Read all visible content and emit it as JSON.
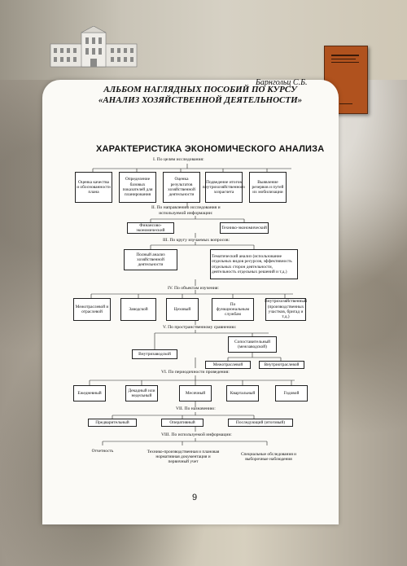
{
  "header": {
    "author": "Барнгольц С.Б.",
    "title_line1": "АЛЬБОМ НАГЛЯДНЫХ ПОСОБИЙ ПО КУРСУ",
    "title_line2": "«АНАЛИЗ ХОЗЯЙСТВЕННОЙ ДЕЯТЕЛЬНОСТИ»"
  },
  "section_title": "ХАРАКТЕРИСТИКА ЭКОНОМИЧЕСКОГО АНАЛИЗА",
  "sections": {
    "s1": "I. По целям исследования:",
    "s2": "II. По направлению исследования и\nиспользуемой информации:",
    "s3": "III. По кругу изучаемых вопросов:",
    "s4": "IV. По объектам изучения:",
    "s5": "V. По пространственному сравнению:",
    "s6": "VI. По периодичности проведения:",
    "s7": "VII. По назначению:",
    "s8": "VIII. По используемой информации:"
  },
  "boxes": {
    "b1_1": "Оценка качества и обоснованности плана",
    "b1_2": "Определение базовых показателей для планирования",
    "b1_3": "Оценка результатов хозяйственной деятельности",
    "b1_4": "Подведение итогов внутрихозяйственного хозрасчета",
    "b1_5": "Выявление резервов и путей их мобилизации",
    "b2_1": "Финансово-экономический",
    "b2_2": "Технико-экономический",
    "b3_1": "Полный анализ хозяйственной деятельности",
    "b3_2": "Тематический анализ (использование отдельных видов ресурсов, эффективность отдельных сторон деятельности, деятельность отдельных решений и т.д.)",
    "b4_1": "Межотраслевой и отраслевой",
    "b4_2": "Заводской",
    "b4_3": "Цеховый",
    "b4_4": "По функциональным службам",
    "b4_5": "Внутрихозяйственный (производственных участков, бригад и т.д.)",
    "b5_1": "Внутризаводской",
    "b5_2": "Сопоставительный (межзаводской)",
    "b5_3": "Межотраслевой",
    "b5_4": "Внутриотраслевой",
    "b6_1": "Ежедневный",
    "b6_2": "Декадный или недельный",
    "b6_3": "Месячный",
    "b6_4": "Квартальный",
    "b6_5": "Годовой",
    "b7_1": "Предварительный",
    "b7_2": "Оперативный",
    "b7_3": "Последующий (итоговый)",
    "b8_1": "Отчетность",
    "b8_2": "Технико-производственная и плановая нормативная документация и первичный учет",
    "b8_3": "Специальные обследования и выборочные наблюдения"
  },
  "page_number": "9",
  "colors": {
    "book_cover": "#b0521e",
    "paper": "#fbfaf6"
  },
  "icons": [
    "building-illustration",
    "book-cover-image"
  ]
}
